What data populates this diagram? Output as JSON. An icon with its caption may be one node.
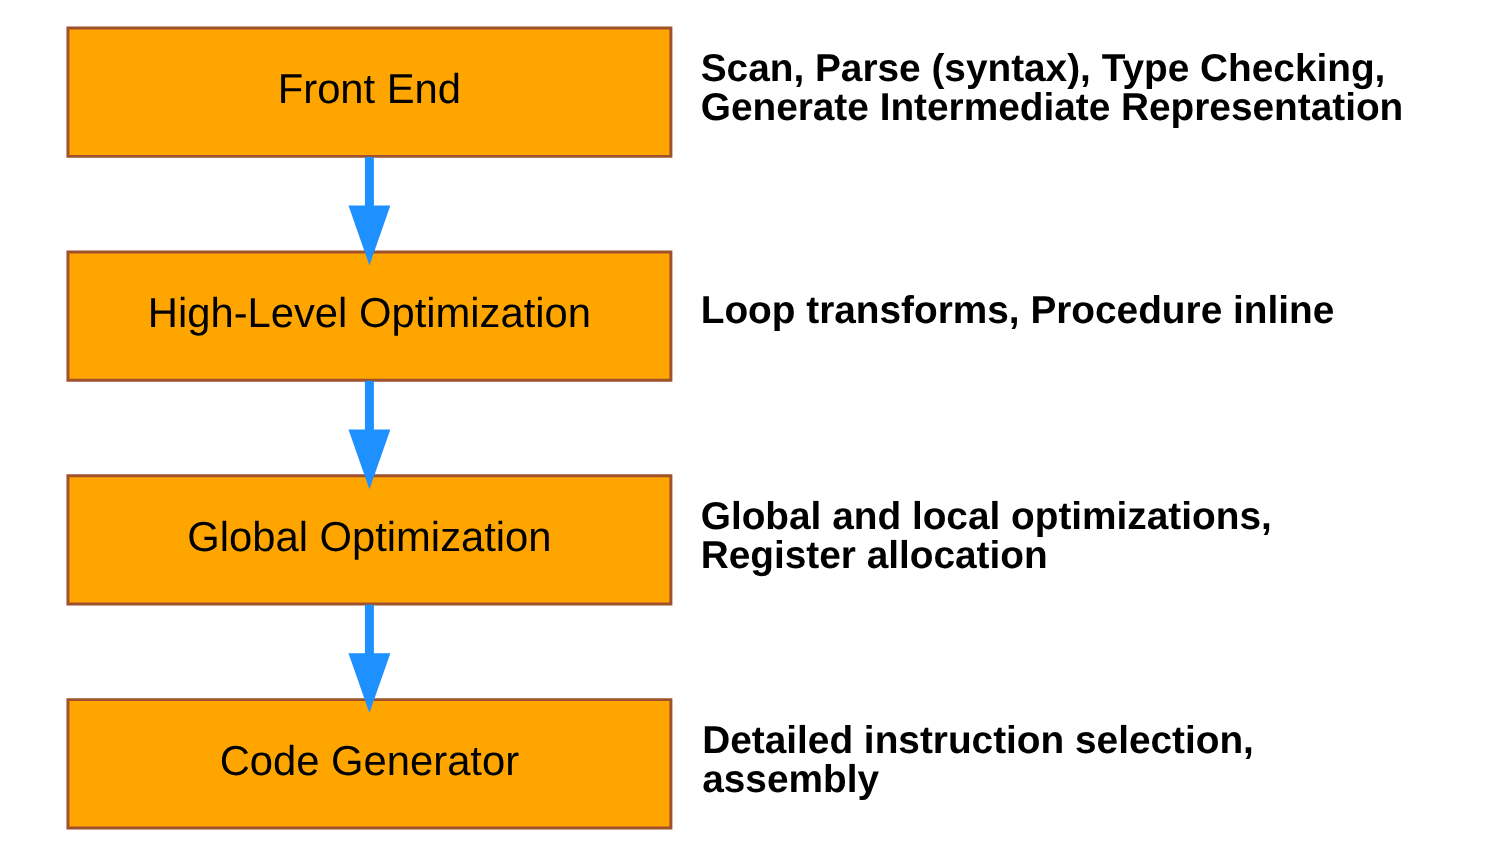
{
  "diagram": {
    "nodes": [
      {
        "text": [
          "Front End"
        ],
        "beside": [
          "Scan, Parse (syntax), Type Checking, Generate Intermediate Representation"
        ]
      },
      {
        "text": [
          "High-Level Optimization"
        ],
        "beside": [
          "Loop transforms, Procedure inline"
        ]
      },
      {
        "text": [
          "Global Optimization"
        ],
        "beside": [
          "Global and local optimizations, Register allocation"
        ]
      },
      {
        "text": [
          "Code Generator"
        ],
        "beside": [
          "Detailed instruction selection, assembly"
        ]
      }
    ],
    "edges": [
      {
        "from": 0,
        "to": 1,
        "arrow": "to"
      },
      {
        "from": 1,
        "to": 2,
        "arrow": "to"
      },
      {
        "from": 2,
        "to": 3,
        "arrow": "to"
      }
    ]
  }
}
